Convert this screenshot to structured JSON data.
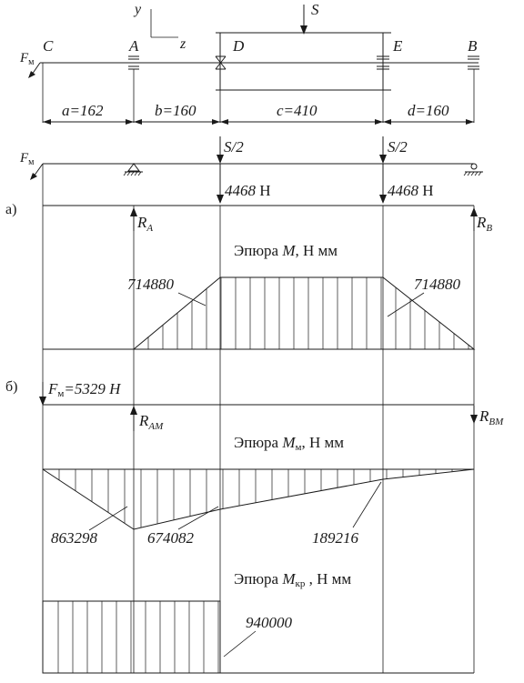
{
  "axes": {
    "y": "y",
    "z": "z"
  },
  "points": {
    "C": "C",
    "A": "A",
    "D": "D",
    "E": "E",
    "B": "B"
  },
  "force_S": "S",
  "force_half": "S/2",
  "force_Fm": {
    "main": "F",
    "sub": "м"
  },
  "dims": {
    "a": "a=162",
    "b": "b=160",
    "c": "c=410",
    "d": "d=160"
  },
  "loads": {
    "d_value": "4468",
    "d_unit": " Н",
    "e_value": "4468",
    "e_unit": " Н"
  },
  "reactions": {
    "ra": {
      "main": "R",
      "sub": "A"
    },
    "rb": {
      "main": "R",
      "sub": "B"
    },
    "ram": {
      "main": "R",
      "sub": "AM"
    },
    "rbm": {
      "main": "R",
      "sub": "BM"
    }
  },
  "section_a": "а)",
  "section_b": "б)",
  "fm_value": {
    "main": "F",
    "sub": "м",
    "rest": "=5329 Н"
  },
  "diagram_M": {
    "prefix": "Эпюра ",
    "symbol": "M",
    "unit": ", Н  мм"
  },
  "diagram_Mm": {
    "prefix": "Эпюра ",
    "symbol": "M",
    "sub": "м",
    "unit": ", Н  мм"
  },
  "diagram_Mkr": {
    "prefix": "Эпюра ",
    "symbol": "M",
    "sub": "кр",
    "unit": " , Н  мм"
  },
  "values": {
    "m_left": "714880",
    "m_right": "714880",
    "mm_c": "863298",
    "mm_d": "674082",
    "mm_e": "189216",
    "mkr": "940000"
  }
}
